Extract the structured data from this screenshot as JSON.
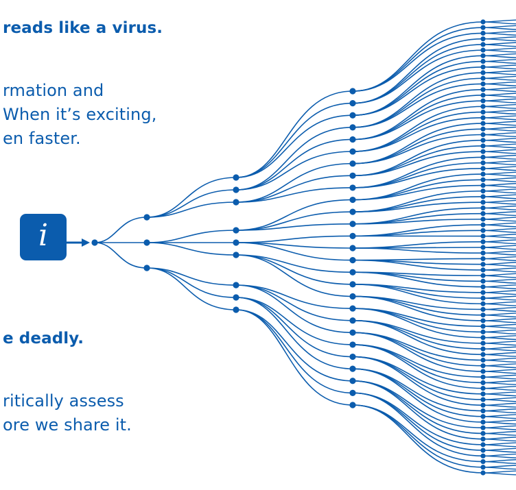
{
  "headings": {
    "top": "reads like a virus.",
    "bottom": "e deadly."
  },
  "paragraphs": {
    "top": [
      "rmation and",
      "When it’s exciting,",
      "en faster."
    ],
    "bottom": [
      "ritically assess",
      "ore we share it."
    ]
  },
  "icon": {
    "name": "information-icon",
    "glyph": "i"
  },
  "diagram": {
    "type": "branching-spread-tree",
    "levels": [
      1,
      3,
      9,
      27,
      81
    ],
    "branching_factor": 3,
    "color": "#0b5cad"
  },
  "colors": {
    "accent": "#0b5cad",
    "background": "#ffffff"
  }
}
